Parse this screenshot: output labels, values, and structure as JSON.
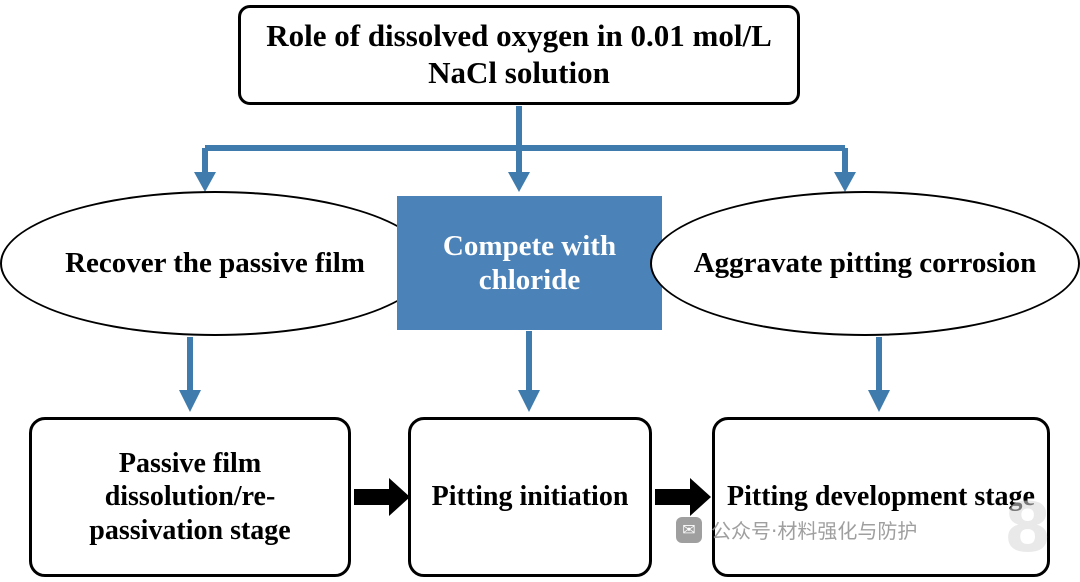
{
  "diagram": {
    "title_box": {
      "text": "Role of dissolved oxygen in 0.01 mol/L NaCl solution"
    },
    "branches": [
      {
        "id": "recover",
        "label": "Recover the passive film",
        "shape": "ellipse"
      },
      {
        "id": "compete",
        "label": "Compete with chloride",
        "shape": "rect",
        "fill": "#4b82b8",
        "text_color": "#ffffff"
      },
      {
        "id": "aggravate",
        "label": "Aggravate pitting corrosion",
        "shape": "ellipse"
      }
    ],
    "stages": [
      {
        "id": "passive",
        "label": "Passive film dissolution/re-passivation stage"
      },
      {
        "id": "initiation",
        "label": "Pitting initiation"
      },
      {
        "id": "development",
        "label": "Pitting development stage"
      }
    ],
    "colors": {
      "arrow_blue": "#3f7cad",
      "box_border": "#000000",
      "accent_fill": "#4b82b8",
      "black_arrow": "#000000"
    }
  },
  "watermark": {
    "icon": "wechat-icon",
    "text": "公众号·材料强化与防护",
    "number": "8"
  }
}
